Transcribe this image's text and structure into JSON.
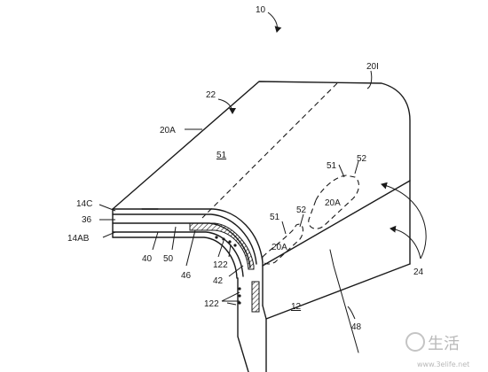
{
  "figure": {
    "labels": {
      "l10": "10",
      "l20I": "20I",
      "l22": "22",
      "l20A_top": "20A",
      "l51_top": "51",
      "l51_mid": "51",
      "l52_mid": "52",
      "l20A_mid": "20A",
      "l51_low": "51",
      "l52_low": "52",
      "l20A_low": "20A",
      "l14C": "14C",
      "l36": "36",
      "l14AB": "14AB",
      "l40": "40",
      "l50": "50",
      "l46": "46",
      "l122_a": "122",
      "l42": "42",
      "l122_b": "122",
      "l12": "12",
      "l48": "48",
      "l24": "24"
    }
  },
  "watermark": {
    "brand": "生活",
    "url": "www.3elife.net"
  }
}
